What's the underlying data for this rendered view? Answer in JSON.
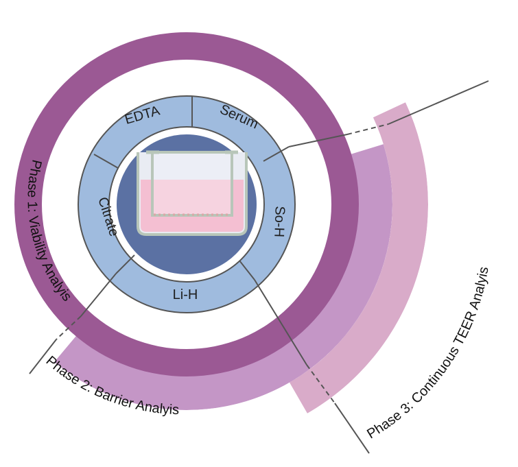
{
  "phases": [
    {
      "label": "Phase 1: Viability Analyis",
      "color": "#9b5994"
    },
    {
      "label": "Phase 2: Barrier Analyis",
      "color": "#c496c6"
    },
    {
      "label": "Phase 3: Continuous TEER Analyis",
      "color": "#d9abc9"
    }
  ],
  "segments": [
    {
      "label": "EDTA"
    },
    {
      "label": "Serum"
    },
    {
      "label": "So-H"
    },
    {
      "label": "Li-H"
    },
    {
      "label": "Citrate"
    }
  ],
  "colors": {
    "segment_ring": "#9fbbde",
    "center_disc": "#5b71a3",
    "divider": "#555555",
    "media": "#f4bfd2"
  },
  "icon": "transwell-insert-icon"
}
